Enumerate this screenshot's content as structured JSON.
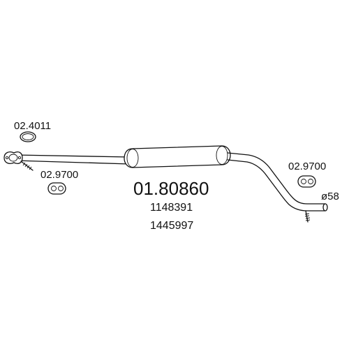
{
  "part_number": "01.80860",
  "oe_numbers": [
    "1148391",
    "1445997"
  ],
  "accessories": {
    "gasket_ring": "02.4011",
    "rubber_mount_front": "02.9700",
    "rubber_mount_rear": "02.9700"
  },
  "diameter_label": "ø58",
  "colors": {
    "line": "#111111",
    "background": "#ffffff"
  },
  "icons": [
    "gasket-ring-icon",
    "rubber-mount-icon",
    "flange-icon",
    "muffler-icon",
    "hanger-bolt-icon"
  ]
}
